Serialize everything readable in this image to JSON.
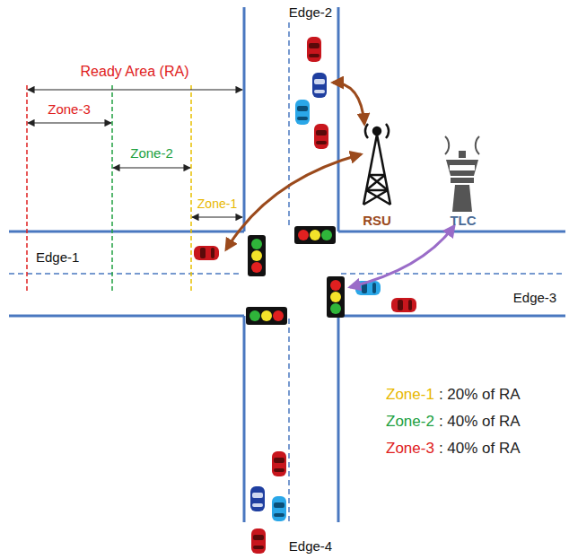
{
  "diagram": {
    "labels": [
      "Edge-2",
      "Ready Area (RA)",
      "Zone-3",
      "Zone-2",
      "Zone-1",
      "Edge-1",
      "RSU",
      "TLC",
      "Edge-3",
      "Edge-4",
      "Zone-1",
      ": 20% of RA",
      "Zone-2",
      ": 40% of RA",
      "Zone-3",
      ": 40% of RA"
    ]
  }
}
